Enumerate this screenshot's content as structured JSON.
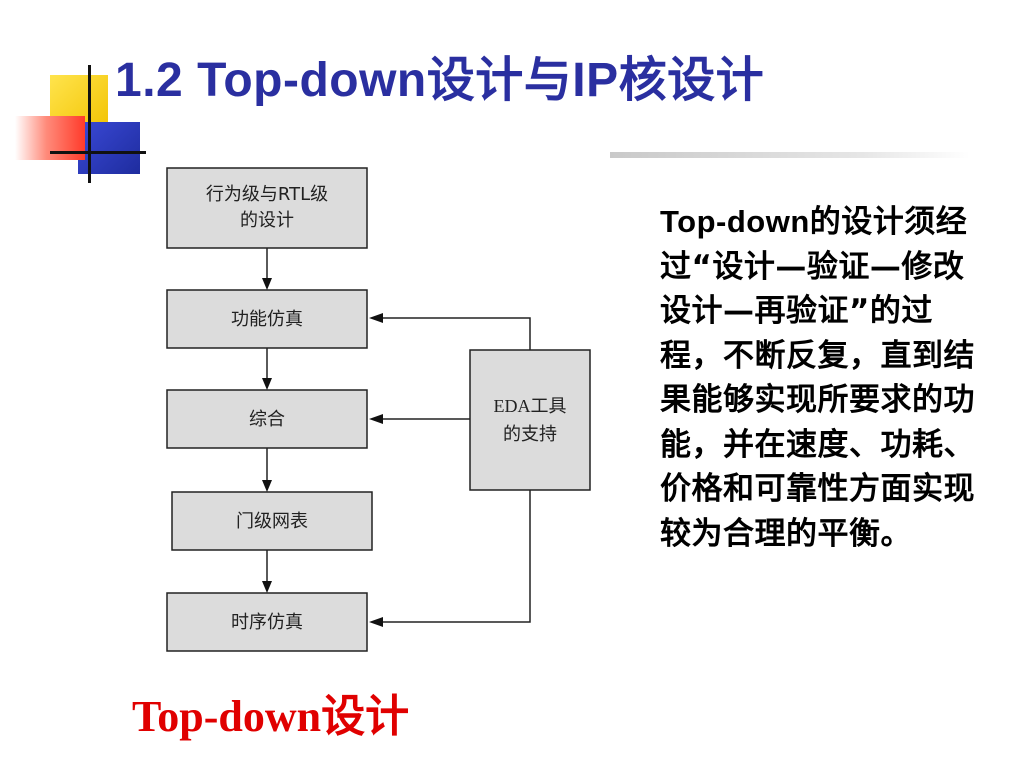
{
  "title": "1.2  Top-down设计与IP核设计",
  "diagram": {
    "boxes": [
      {
        "id": "behavior-rtl",
        "lines": [
          "行为级与RTL级",
          "的设计"
        ]
      },
      {
        "id": "functional-sim",
        "lines": [
          "功能仿真"
        ]
      },
      {
        "id": "synthesis",
        "lines": [
          "综合"
        ]
      },
      {
        "id": "gate-netlist",
        "lines": [
          "门级网表"
        ]
      },
      {
        "id": "timing-sim",
        "lines": [
          "时序仿真"
        ]
      },
      {
        "id": "eda-tools",
        "lines": [
          "EDA工具",
          "的支持"
        ]
      }
    ]
  },
  "description": {
    "lead": "Top-down",
    "text": "的设计须经过“设计—验证—修改设计—再验证”的过程，不断反复，直到结果能够实现所要求的功能，并在速度、功耗、价格和可靠性方面实现较为合理的平衡。"
  },
  "caption": "Top-down设计",
  "colors": {
    "title": "#2a2fa0",
    "caption": "#e00000",
    "box_fill": "#dcdcdc",
    "deco_yellow": "#ffd700",
    "deco_red": "#ff5a4a",
    "deco_blue": "#2b3bbd"
  }
}
